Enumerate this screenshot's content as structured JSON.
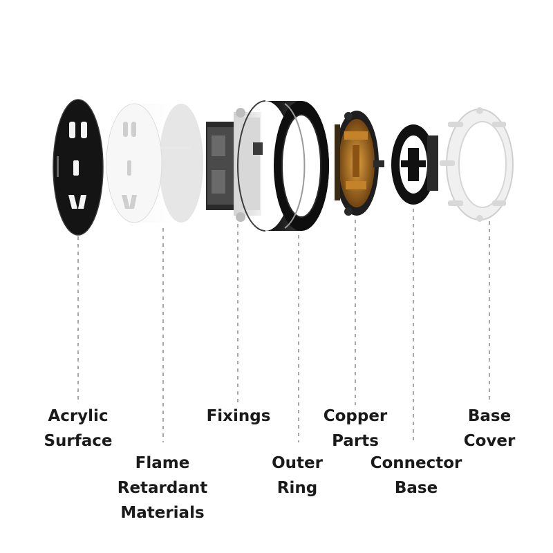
{
  "labels": {
    "acrylic_surface": [
      "Acrylic",
      "Surface"
    ],
    "flame_retardant": [
      "Flame",
      "Retardant",
      "Materials"
    ],
    "fixings": [
      "Fixings"
    ],
    "outer_ring": [
      "Outer",
      "Ring"
    ],
    "copper_parts": [
      "Copper",
      "Parts"
    ],
    "connector_base": [
      "Connector",
      "Base"
    ],
    "base_cover": [
      "Base",
      "Cover"
    ]
  },
  "colors": {
    "label_text": "#1a1a1a",
    "leader_line": "#8a8a8a",
    "acrylic": "#141414",
    "flame_retardant": "#f2f2f2",
    "outer_ring": "#161616",
    "copper": "#b5761f",
    "base_cover": "#eeeeee"
  }
}
